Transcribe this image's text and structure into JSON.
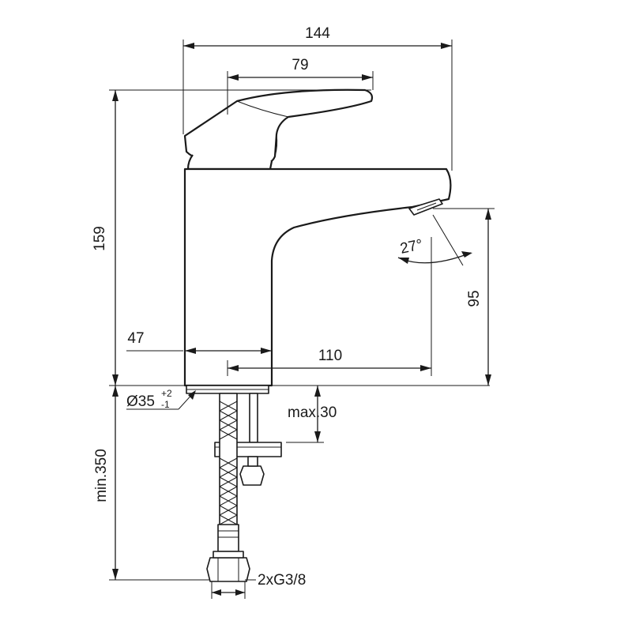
{
  "drawing": {
    "subject": "faucet-side-elevation",
    "dimensions": {
      "overall_width": "144",
      "lever_length": "79",
      "overall_height": "159",
      "base_width": "47",
      "spout_reach": "110",
      "spout_height": "95",
      "spout_angle": "27°",
      "mount_diameter": "Ø35",
      "mount_tol_upper": "+2",
      "mount_tol_lower": "-1",
      "deck_thickness": "max.30",
      "hose_length": "min.350",
      "connection": "2xG3/8"
    }
  }
}
